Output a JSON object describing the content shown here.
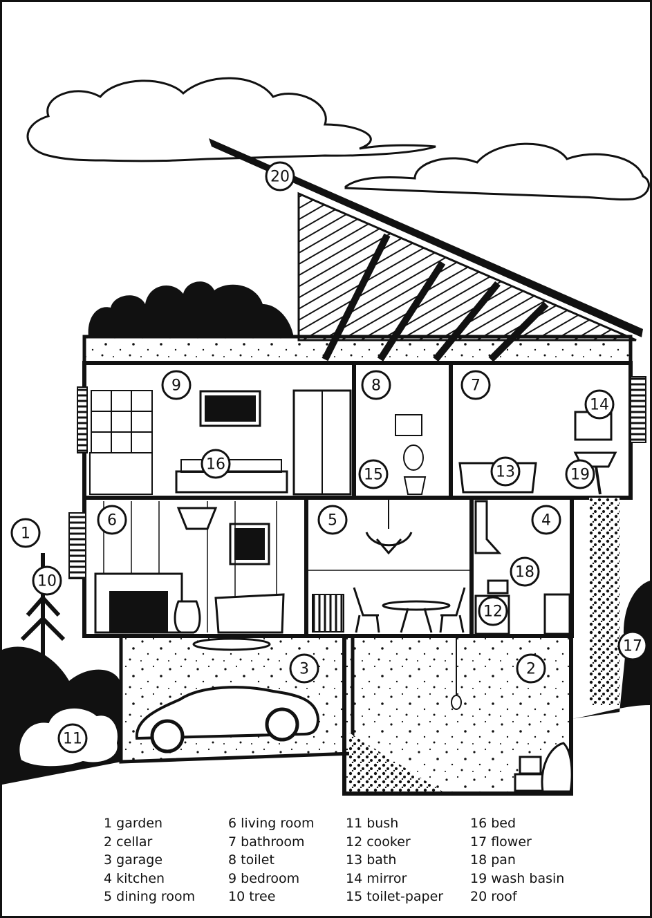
{
  "callouts": {
    "c1": "1",
    "c2": "2",
    "c3": "3",
    "c4": "4",
    "c5": "5",
    "c6": "6",
    "c7": "7",
    "c8": "8",
    "c9": "9",
    "c10": "10",
    "c11": "11",
    "c12": "12",
    "c13": "13",
    "c14": "14",
    "c15": "15",
    "c16": "16",
    "c17": "17",
    "c18": "18",
    "c19": "19",
    "c20": "20"
  },
  "legend": {
    "col1": [
      "1 garden",
      "2 cellar",
      "3 garage",
      "4 kitchen",
      "5 dining room"
    ],
    "col2": [
      "6 living room",
      "7 bathroom",
      "8 toilet",
      "9 bedroom",
      "10 tree"
    ],
    "col3": [
      "11 bush",
      "12 cooker",
      "13 bath",
      "14 mirror",
      "15 toilet-paper"
    ],
    "col4": [
      "16 bed",
      "17 flower",
      "18 pan",
      "19 wash basin",
      "20 roof"
    ]
  }
}
